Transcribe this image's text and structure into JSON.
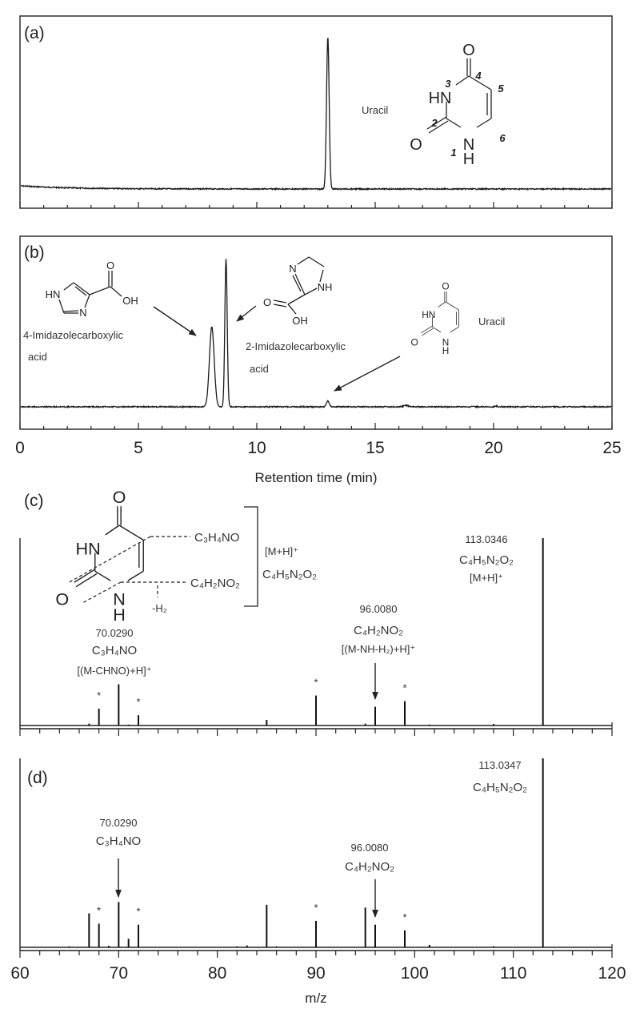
{
  "panels": {
    "a": "(a)",
    "b": "(b)",
    "c": "(c)",
    "d": "(d)"
  },
  "structures": {
    "uracil": {
      "o4": "O",
      "n3": "HN",
      "o2": "O",
      "n1": "N",
      "h1": "H",
      "numbering": [
        "1",
        "2",
        "3",
        "4",
        "5",
        "6"
      ]
    },
    "imid4": {
      "nh": "HN",
      "n": "N",
      "o": "O",
      "oh": "OH"
    },
    "imid2": {
      "n": "N",
      "nh": "NH",
      "o": "O",
      "oh": "OH"
    }
  },
  "annotations": {
    "a": {
      "uracil": "Uracil"
    },
    "b": {
      "imid4_line1": "4-Imidazolecarboxylic",
      "imid4_line2": "acid",
      "imid2_line1": "2-Imidazolecarboxylic",
      "imid2_line2": "acid",
      "uracil": "Uracil"
    },
    "c": {
      "frag1": "C₃H₄NO",
      "frag2": "C₄H₂NO₂",
      "loss": "-H₂",
      "bracket_ion": "[M+H]⁺",
      "bracket_formula": "C₄H₅N₂O₂",
      "p113_mz": "113.0346",
      "p113_formula": "C₄H₅N₂O₂",
      "p113_ion": "[M+H]⁺",
      "p96_mz": "96.0080",
      "p96_formula": "C₄H₂NO₂",
      "p96_ion": "[(M-NH-H₂)+H]⁺",
      "p70_mz": "70.0290",
      "p70_formula": "C₃H₄NO",
      "p70_ion": "[(M-CHNO)+H]⁺"
    },
    "d": {
      "p113_mz": "113.0347",
      "p113_formula": "C₄H₅N₂O₂",
      "p70_mz": "70.0290",
      "p70_formula": "C₃H₄NO",
      "p96_mz": "96.0080",
      "p96_formula": "C₄H₂NO₂"
    },
    "marker": "*"
  },
  "chart_data": [
    {
      "panel": "(a)",
      "type": "line",
      "title": "",
      "xlabel": "",
      "ylabel": "",
      "xlim": [
        0,
        25
      ],
      "peaks": [
        {
          "x": 13.0,
          "y": 100,
          "label": "Uracil"
        }
      ],
      "grid": false
    },
    {
      "panel": "(b)",
      "type": "line",
      "title": "",
      "xlabel": "Retention time (min)",
      "ylabel": "",
      "xlim": [
        0,
        25
      ],
      "xticks": [
        "0",
        "5",
        "10",
        "15",
        "20",
        "25"
      ],
      "peaks": [
        {
          "x": 8.1,
          "y": 54,
          "label": "4-Imidazolecarboxylic acid"
        },
        {
          "x": 8.7,
          "y": 100,
          "label": "2-Imidazolecarboxylic acid"
        },
        {
          "x": 13.0,
          "y": 4,
          "label": "Uracil"
        },
        {
          "x": 16.3,
          "y": 1
        },
        {
          "x": 20.1,
          "y": 0.5
        }
      ],
      "grid": false
    },
    {
      "panel": "(c)",
      "type": "bar",
      "title": "",
      "xlabel": "",
      "ylabel": "",
      "xlim": [
        60,
        120
      ],
      "peaks": [
        {
          "x": 67,
          "y": 1
        },
        {
          "x": 68,
          "y": 9,
          "star": true
        },
        {
          "x": 70,
          "y": 22
        },
        {
          "x": 71,
          "y": 0.5
        },
        {
          "x": 72,
          "y": 5.5,
          "star": true
        },
        {
          "x": 85,
          "y": 3
        },
        {
          "x": 90,
          "y": 16,
          "star": true
        },
        {
          "x": 95,
          "y": 1
        },
        {
          "x": 96,
          "y": 10
        },
        {
          "x": 99,
          "y": 13,
          "star": true
        },
        {
          "x": 101.5,
          "y": 0.5
        },
        {
          "x": 108,
          "y": 0.8
        },
        {
          "x": 113,
          "y": 100
        }
      ],
      "grid": false
    },
    {
      "panel": "(d)",
      "type": "bar",
      "title": "",
      "xlabel": "m/z",
      "ylabel": "",
      "xlim": [
        60,
        120
      ],
      "xticks": [
        "60",
        "70",
        "80",
        "90",
        "100",
        "110",
        "120"
      ],
      "peaks": [
        {
          "x": 65,
          "y": 0.5
        },
        {
          "x": 67,
          "y": 18
        },
        {
          "x": 68,
          "y": 12.5,
          "star": true
        },
        {
          "x": 69,
          "y": 0.8
        },
        {
          "x": 70,
          "y": 24
        },
        {
          "x": 71,
          "y": 4.5
        },
        {
          "x": 72,
          "y": 12,
          "star": true
        },
        {
          "x": 82,
          "y": 0.5
        },
        {
          "x": 83,
          "y": 1
        },
        {
          "x": 85,
          "y": 22.5
        },
        {
          "x": 86,
          "y": 0.5
        },
        {
          "x": 90,
          "y": 14,
          "star": true
        },
        {
          "x": 95,
          "y": 21
        },
        {
          "x": 96,
          "y": 12
        },
        {
          "x": 99,
          "y": 9,
          "star": true
        },
        {
          "x": 101.5,
          "y": 1.3
        },
        {
          "x": 108,
          "y": 0.6
        },
        {
          "x": 113,
          "y": 100
        }
      ],
      "grid": false
    }
  ]
}
